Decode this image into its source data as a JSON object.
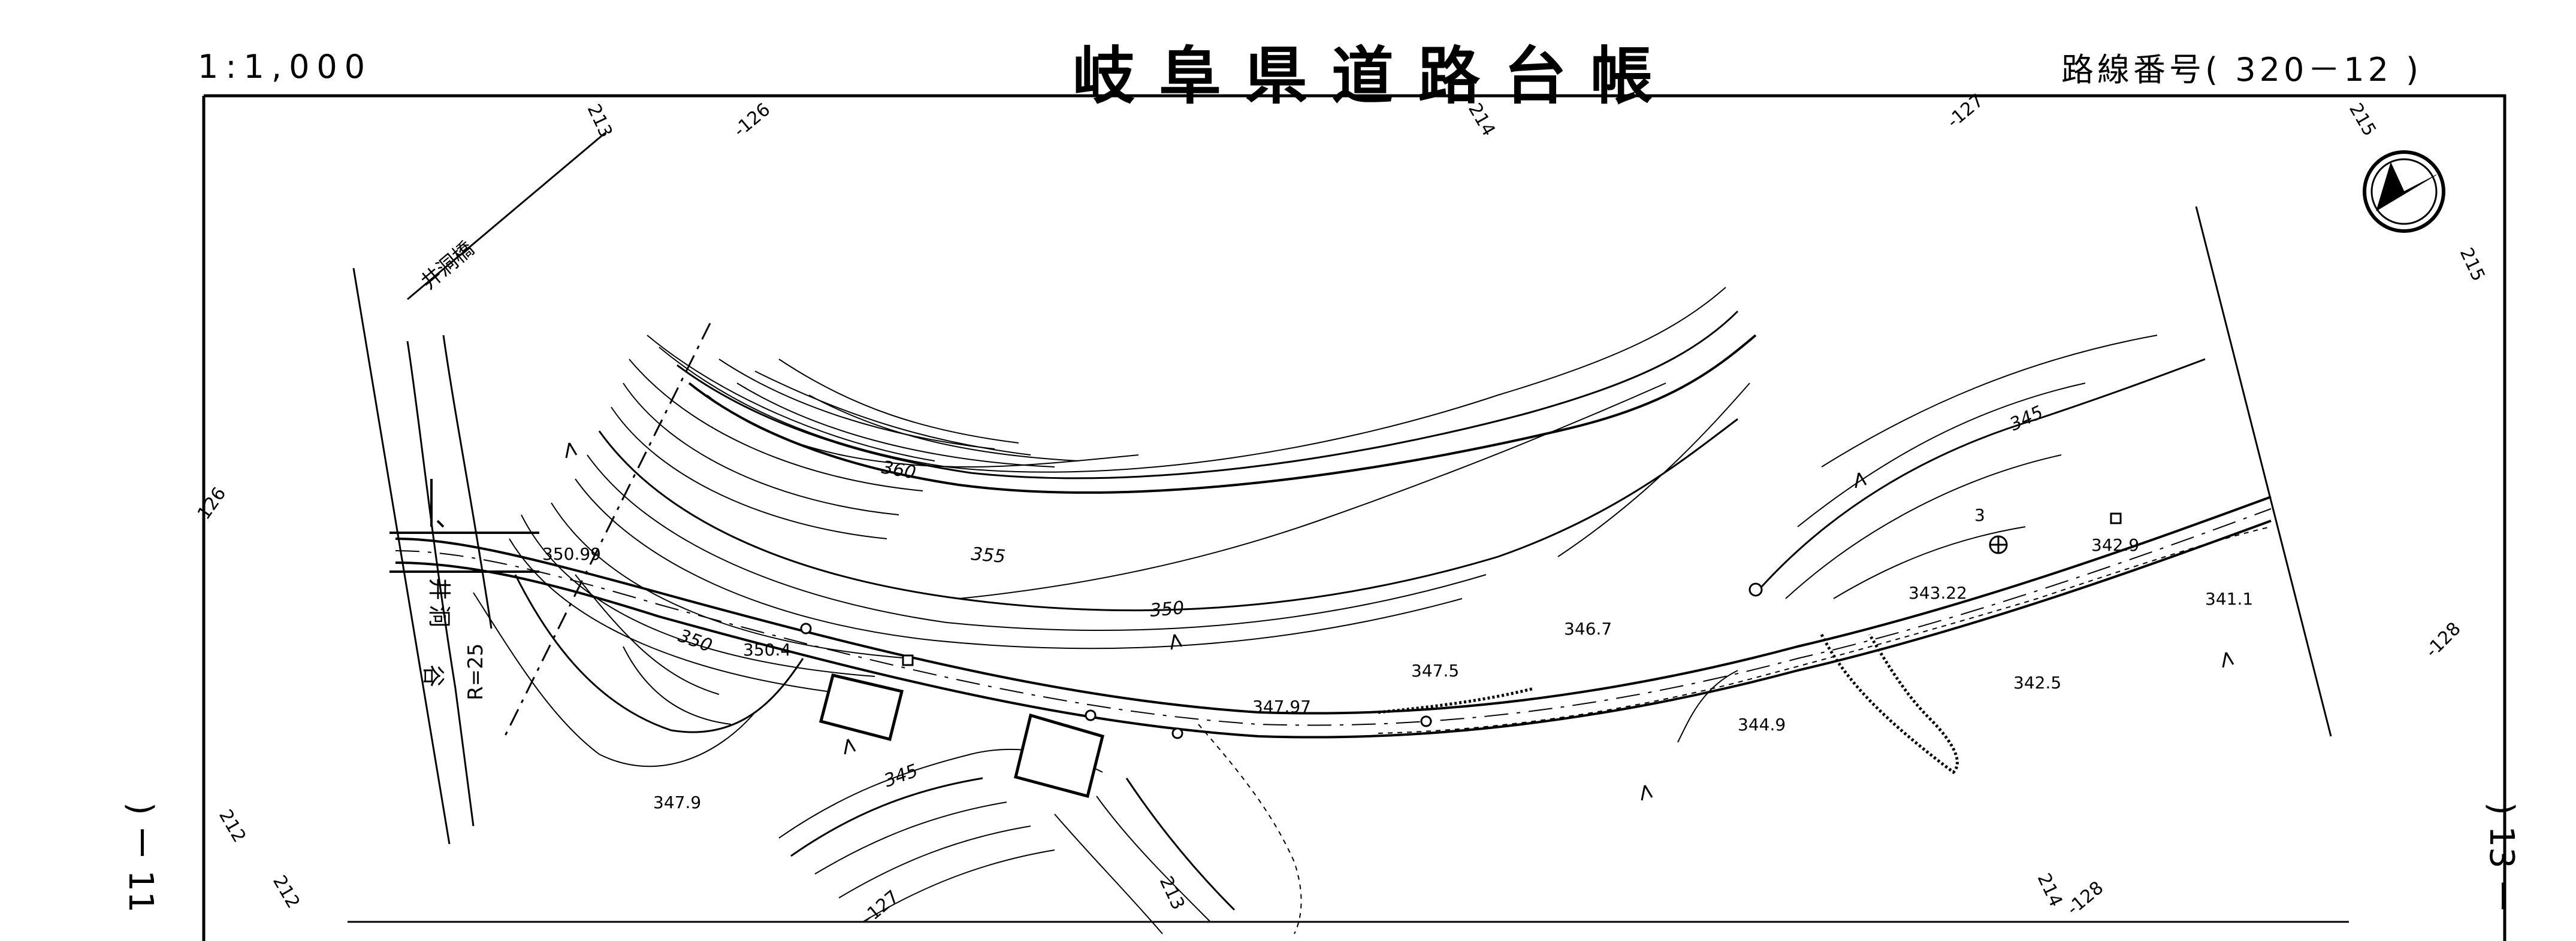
{
  "header": {
    "scale": "1:1,000",
    "title": "岐阜県道路台帳",
    "route_number": "路線番号(  320－12    )"
  },
  "side_labels": {
    "left": ")  ー  11",
    "right": ")  13  ー"
  },
  "map": {
    "sheet_refs": {
      "ref_213_top": "213",
      "ref_126_top": "-126",
      "ref_214_top": "214",
      "ref_127_top": "-127",
      "ref_215_top": "215",
      "ref_215_right": "215",
      "ref_126_left": "126",
      "ref_128_right": "-128",
      "ref_212_left": "212",
      "ref_212_bottom": "212",
      "ref_127_bottom": "-127",
      "ref_213_bottom": "213",
      "ref_214_bottom": "214",
      "ref_128_bottom": "-128"
    },
    "contour_labels": {
      "c360": "360",
      "c355": "355",
      "c350_top": "350",
      "c345_right": "345",
      "c350_left": "350",
      "c345_bottom": "345"
    },
    "spot_heights": {
      "h35099": "350.99",
      "h3504": "350.4",
      "h3479": "347.9",
      "h3475": "347.5",
      "h3467": "346.7",
      "h34797": "347.97",
      "h3449": "344.9",
      "h34322": "343.22",
      "h3425": "342.5",
      "h3411": "341.1",
      "h3429": "342.9"
    },
    "place_labels": {
      "bridge": "井洞橋",
      "river_1": "洞",
      "river_2": "井",
      "river_3": "谷",
      "radius": "R=25"
    },
    "marker_3": "3"
  }
}
